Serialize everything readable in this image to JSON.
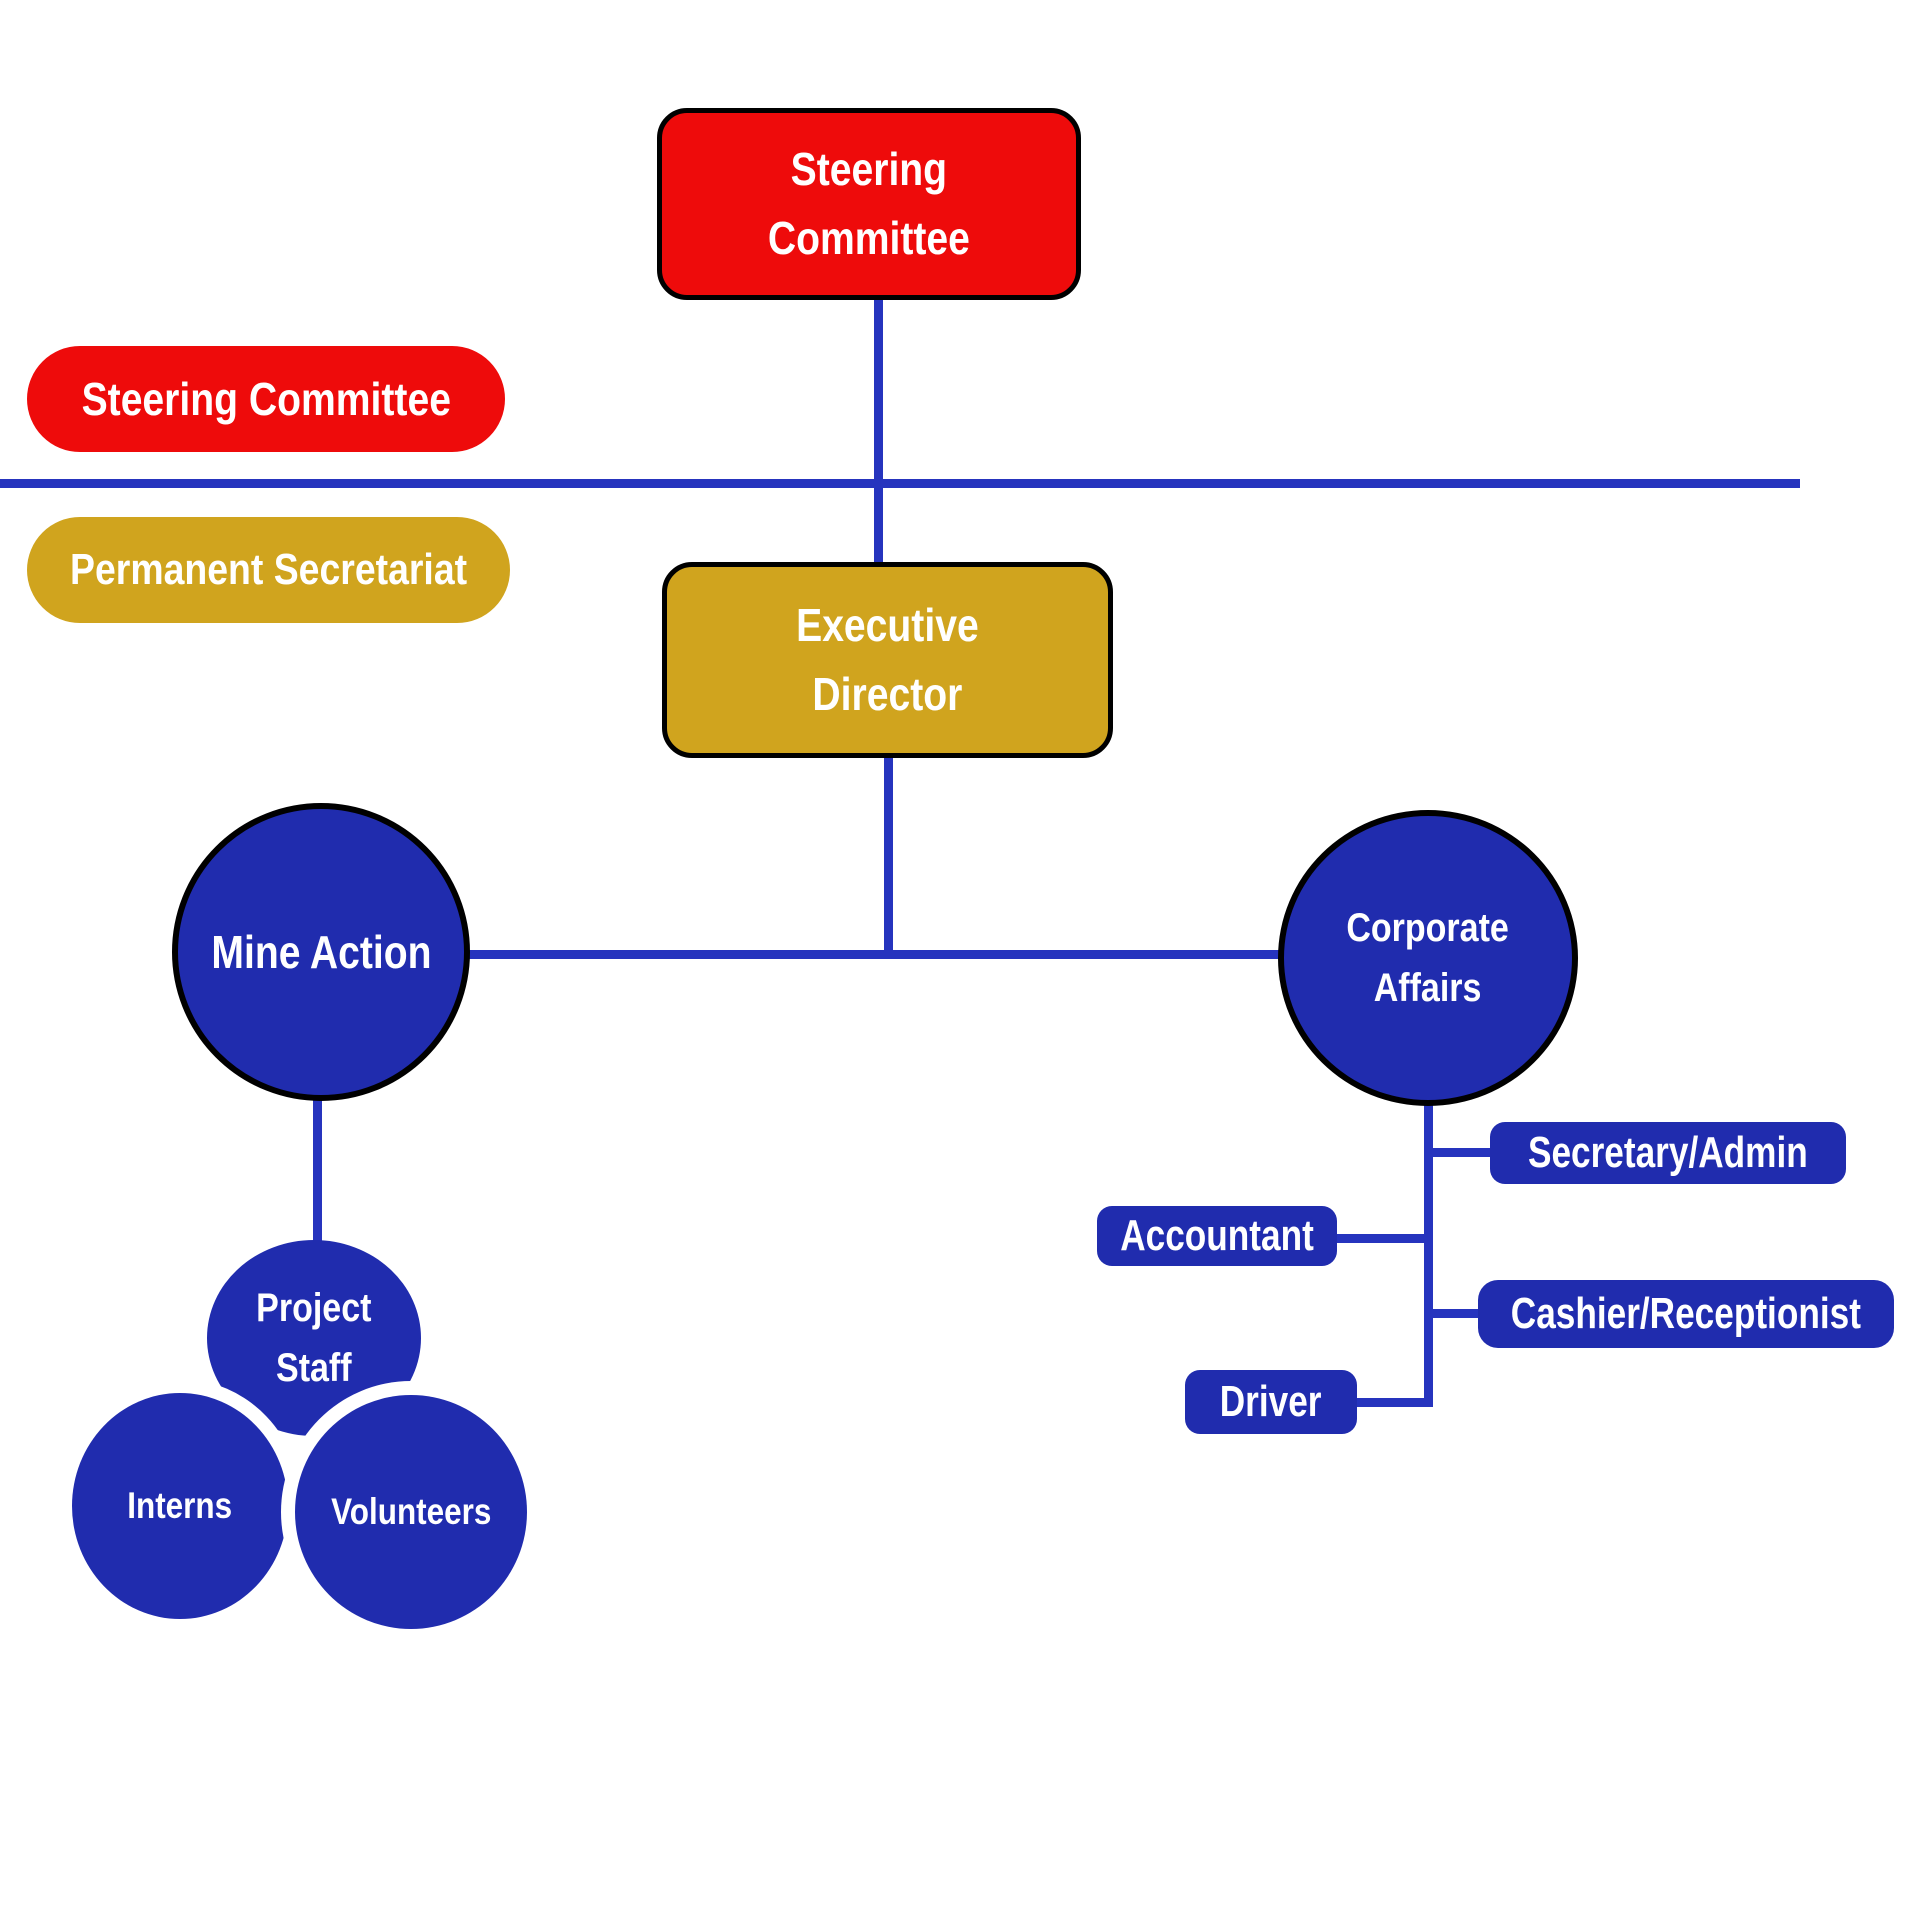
{
  "colors": {
    "red": "#EE0B0B",
    "gold": "#D0A41E",
    "blue": "#202CAE",
    "line": "#2634BE"
  },
  "nodes": {
    "steering_box": "Steering\nCommittee",
    "steering_pill": "Steering Committee",
    "secretariat_pill": "Permanent Secretariat",
    "executive_director": "Executive\nDirector",
    "mine_action": "Mine Action",
    "corporate_affairs": "Corporate\nAffairs",
    "project_staff": "Project\nStaff",
    "interns": "Interns",
    "volunteers": "Volunteers",
    "secretary_admin": "Secretary/Admin",
    "accountant": "Accountant",
    "cashier_receptionist": "Cashier/Receptionist",
    "driver": "Driver"
  }
}
